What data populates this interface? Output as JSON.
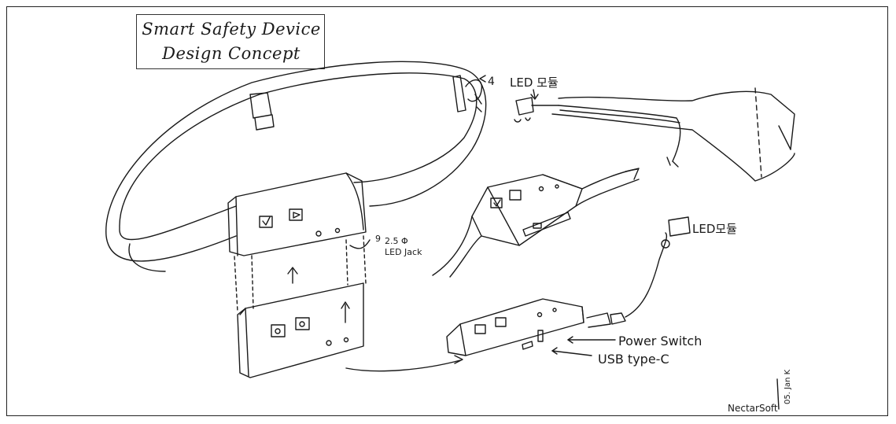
{
  "title": {
    "line1": "Smart Safety Device",
    "line2": "Design Concept"
  },
  "labels": {
    "led_top": "LED 모듈",
    "led_top_number": "4",
    "led_right": "LED모듈",
    "jack_number": "9",
    "jack_size": "2.5 Φ",
    "jack_name": "LED Jack",
    "power_switch": "Power Switch",
    "usb": "USB type-C",
    "signature": "NectarSoft",
    "date": "05. Jan K"
  },
  "colors": {
    "ink": "#1a1a1a",
    "paper": "#ffffff"
  }
}
